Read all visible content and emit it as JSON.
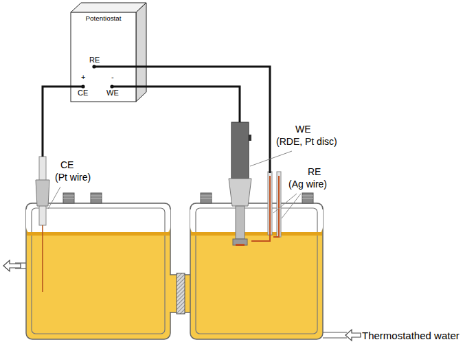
{
  "diagram": {
    "nodes": [
      {
        "text": [
          "Potentiostat",
          "RE",
          "+",
          "-",
          "CE",
          "WE"
        ]
      }
    ],
    "labels": [
      "WE",
      "(RDE, Pt disc)",
      "RE",
      "(Ag wire)",
      "CE",
      "(Pt wire)",
      "Thermostathed water"
    ]
  }
}
